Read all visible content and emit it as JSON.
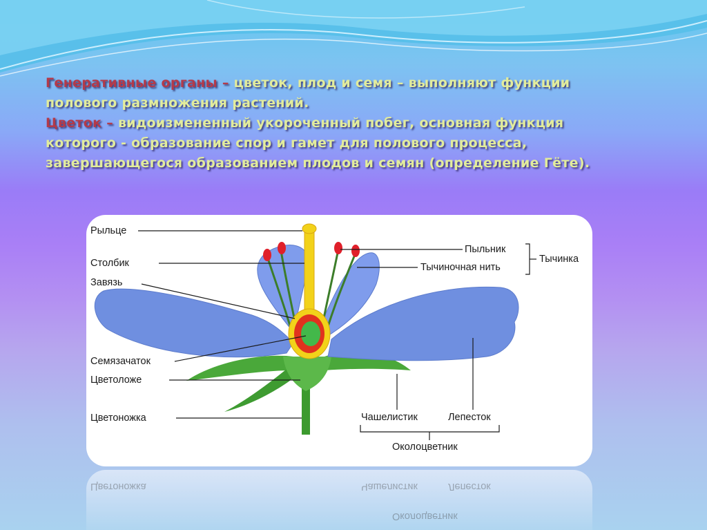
{
  "heading": {
    "line1_term": "Генеративные органы",
    "line1_dash": " – ",
    "line1_body": "цветок, плод и семя – выполняют функции",
    "line2_body": "полового размножения растений.",
    "line3_term": "Цветок",
    "line3_dash": " – ",
    "line3_body": "видоизмененный укороченный побег, основная функция",
    "line4_body": "которого - образование спор и гамет для полового процесса,",
    "line5_body": "завершающегося образованием плодов и семян (определение Гёте)."
  },
  "labels": {
    "stigma": "Рыльце",
    "style": "Столбик",
    "ovary": "Завязь",
    "ovule": "Семязачаток",
    "receptacle": "Цветоложе",
    "pedicel": "Цветоножка",
    "anther": "Пыльник",
    "filament": "Тычиночная нить",
    "stamen": "Тычинка",
    "sepal": "Чашелистик",
    "petal": "Лепесток",
    "perianth": "Околоцветник"
  },
  "colors": {
    "petal": "#6f8fe0",
    "stem": "#3c9a2e",
    "pistil": "#f2d21a",
    "ovary_wall": "#e0321e",
    "ovule": "#43b84a",
    "anther": "#e0202a",
    "heading_term": "#b33a4a",
    "heading_body": "#e2ec9c"
  }
}
